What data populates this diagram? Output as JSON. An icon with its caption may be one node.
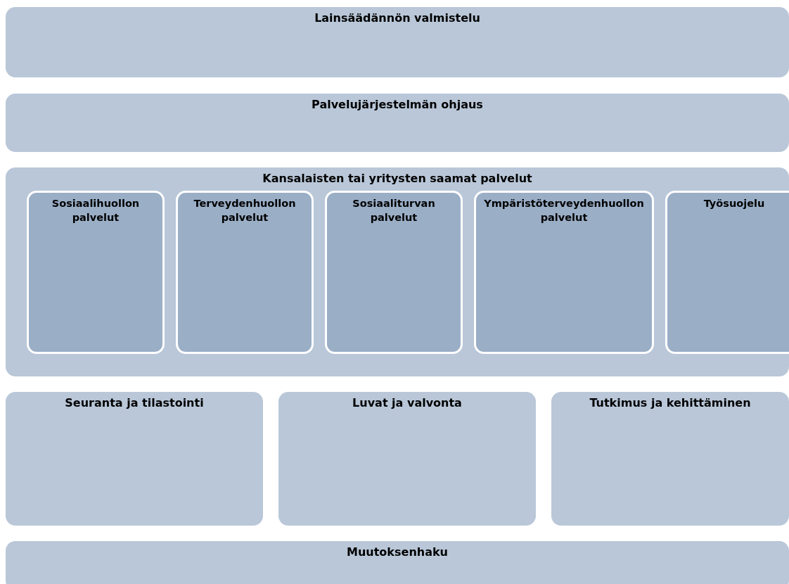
{
  "diagram": {
    "nodes": [
      {
        "text": [
          "Lainsäädännön valmistelu"
        ]
      },
      {
        "text": [
          "Palvelujärjestelmän ohjaus"
        ]
      },
      {
        "text": [
          "Kansalaisten tai yritysten saamat palvelut"
        ]
      },
      {
        "text": [
          "Sosiaalihuollon palvelut"
        ],
        "in": 2
      },
      {
        "text": [
          "Terveydenhuollon palvelut"
        ],
        "in": 2
      },
      {
        "text": [
          "Sosiaaliturvan palvelut"
        ],
        "in": 2
      },
      {
        "text": [
          "Ympäristöterveydenhuollon palvelut"
        ],
        "in": 2
      },
      {
        "text": [
          "Työsuojelu"
        ],
        "in": 2
      },
      {
        "text": [
          "Seuranta ja tilastointi"
        ]
      },
      {
        "text": [
          "Luvat ja valvonta"
        ]
      },
      {
        "text": [
          "Tutkimus ja kehittäminen"
        ]
      },
      {
        "text": [
          "Muutoksenhaku"
        ]
      }
    ]
  }
}
